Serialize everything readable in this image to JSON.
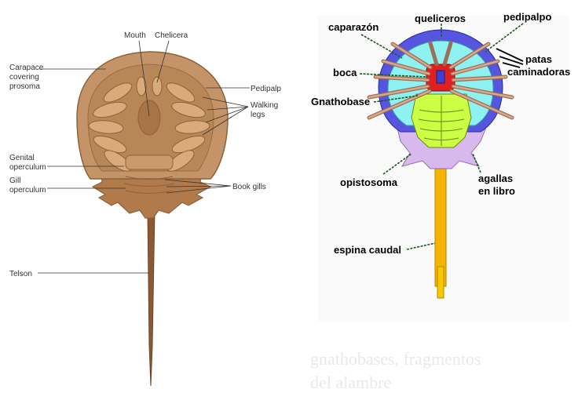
{
  "left_diagram": {
    "labels": {
      "mouth": "Mouth",
      "chelicera": "Chelicera",
      "carapace_line1": "Carapace",
      "carapace_line2": "covering",
      "carapace_line3": "prosoma",
      "pedipalp": "Pedipalp",
      "walking_legs_line1": "Walking",
      "walking_legs_line2": "legs",
      "genital_line1": "Genital",
      "genital_line2": "operculum",
      "gill_line1": "Gill",
      "gill_line2": "operculum",
      "book_gills": "Book gills",
      "telson": "Telson"
    },
    "colors": {
      "body": "#b9885a",
      "shadow": "#8e6238",
      "leader": "#333333"
    }
  },
  "right_diagram": {
    "labels": {
      "caparazon": "caparazón",
      "queliceros": "queliceros",
      "pedipalpo": "pedipalpo",
      "patas_line1": "patas",
      "patas_line2": "caminadoras",
      "boca": "boca",
      "gnathobase": "Gnathobase",
      "opistosoma": "opistosoma",
      "agallas_line1": "agallas",
      "agallas_line2": "en libro",
      "espina_caudal": "espina caudal"
    },
    "colors": {
      "carapace_outer": "#5555e0",
      "carapace_inner": "#8ef2f2",
      "mouth_area": "#e02020",
      "opisthosoma": "#ccff44",
      "book_gills": "#d9b8ee",
      "tail": "#f5b400",
      "legs": "#d49a7a",
      "leader": "#1a5a1a"
    }
  },
  "background_text": {
    "line1": "gnathobases, fragmentos",
    "line2": "del alambre"
  }
}
